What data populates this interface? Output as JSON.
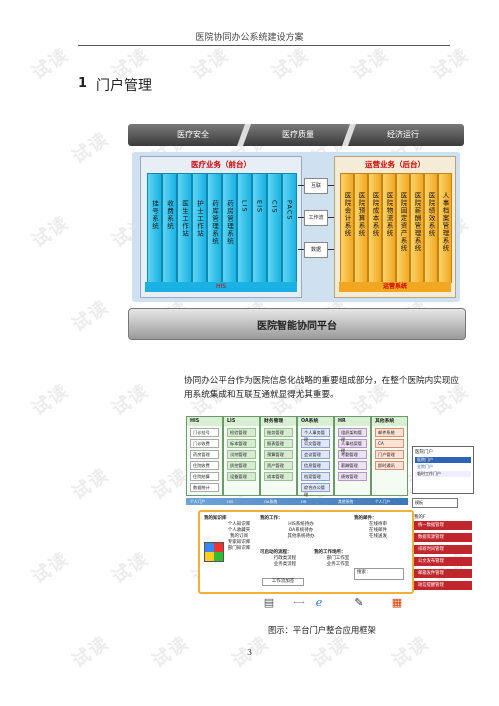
{
  "header": {
    "title": "医院协同办公系统建设方案"
  },
  "section": {
    "number": "1",
    "title": "门户管理"
  },
  "figure1": {
    "top_tabs": [
      "医疗安全",
      "医疗质量",
      "经济运行"
    ],
    "left_title": "医疗业务（前台）",
    "left_columns": [
      "挂号系统",
      "收费系统",
      "医生工作站",
      "护士工作站",
      "药库管理系统",
      "药房管理系统",
      "LIS",
      "EIS",
      "CIS",
      "PACS"
    ],
    "left_bar": "HIS",
    "middle_boxes": [
      "互联",
      "工作流",
      "数据"
    ],
    "right_title": "运营业务（后台）",
    "right_columns": [
      "医院会计系统",
      "医院预算系统",
      "医院成本系统",
      "医院物流系统",
      "医院固定资产系统",
      "医院薪酬管理系统",
      "医院绩效系统",
      "人事档案管理系统"
    ],
    "right_bar": "运营系统",
    "bottom_label": "医院智能协同平台"
  },
  "paragraph": "协同办公平台作为医院信息化战略的重要组成部分，在整个医院内实现应用系统集成和互联互通就显得尤其重要。",
  "figure2": {
    "columns": [
      {
        "name": "HIS",
        "items": [
          "门诊挂号",
          "门诊收费",
          "药房管理",
          "住院收费",
          "住院结算",
          "数据统计"
        ]
      },
      {
        "name": "LIS",
        "items": [
          "检验管理",
          "标本管理",
          "试剂管理",
          "质控管理",
          "设备管理"
        ]
      },
      {
        "name": "财务管理",
        "items": [
          "账务管理",
          "报表管理",
          "预算管理",
          "资产管理",
          "成本管理"
        ]
      },
      {
        "name": "OA系统",
        "items": [
          "个人事务管理",
          "公文管理",
          "会议管理",
          "信息管理",
          "档案管理",
          "综合办公管理"
        ]
      },
      {
        "name": "HR",
        "items": [
          "组织架构管理",
          "人事档案管理",
          "考勤管理",
          "薪酬管理",
          "绩效管理"
        ]
      },
      {
        "name": "其他系统",
        "items": [
          "邮件系统",
          "CA",
          "门户管理",
          "即时通讯"
        ]
      }
    ],
    "portal_strip": [
      "个人门户",
      "HIS",
      "OA系统",
      "HR",
      "其他系统",
      "个人门户"
    ],
    "right_menu": {
      "title": "医院门户",
      "items": [
        "医院门户",
        "全院门户",
        "临时工作门户"
      ]
    },
    "right_button": "模板",
    "portal": {
      "knowledge_title": "我的知识库",
      "knowledge_items": [
        "个人知识库",
        "个人收藏夹",
        "我的订阅",
        "专家知识库",
        "部门知识库"
      ],
      "work_title": "我的工作：",
      "work_items": [
        "HIS系统待办",
        "OA系统待办",
        "其他系统待办"
      ],
      "mail_title": "我的邮件：",
      "mail_items": [
        "在线待审",
        "在线邮件",
        "在线送发"
      ],
      "process_title": "可启动的流程：",
      "process_items": [
        "行政类流程",
        "业务类流程"
      ],
      "site_title": "我的工作场所：",
      "site_items": [
        "部门工作室",
        "业务工作室"
      ],
      "flow_btn": "工作流加签",
      "search_label": "搜索："
    },
    "red_menu": {
      "title": "我的F",
      "items": [
        "统一数据管理",
        "数据资源管理",
        "排班时间管理",
        "公文发布管理",
        "邮箱发件管理",
        "短信提醒管理"
      ]
    }
  },
  "caption": "图示：平台门户整合应用框架",
  "page_number": "3",
  "watermark": "试读"
}
